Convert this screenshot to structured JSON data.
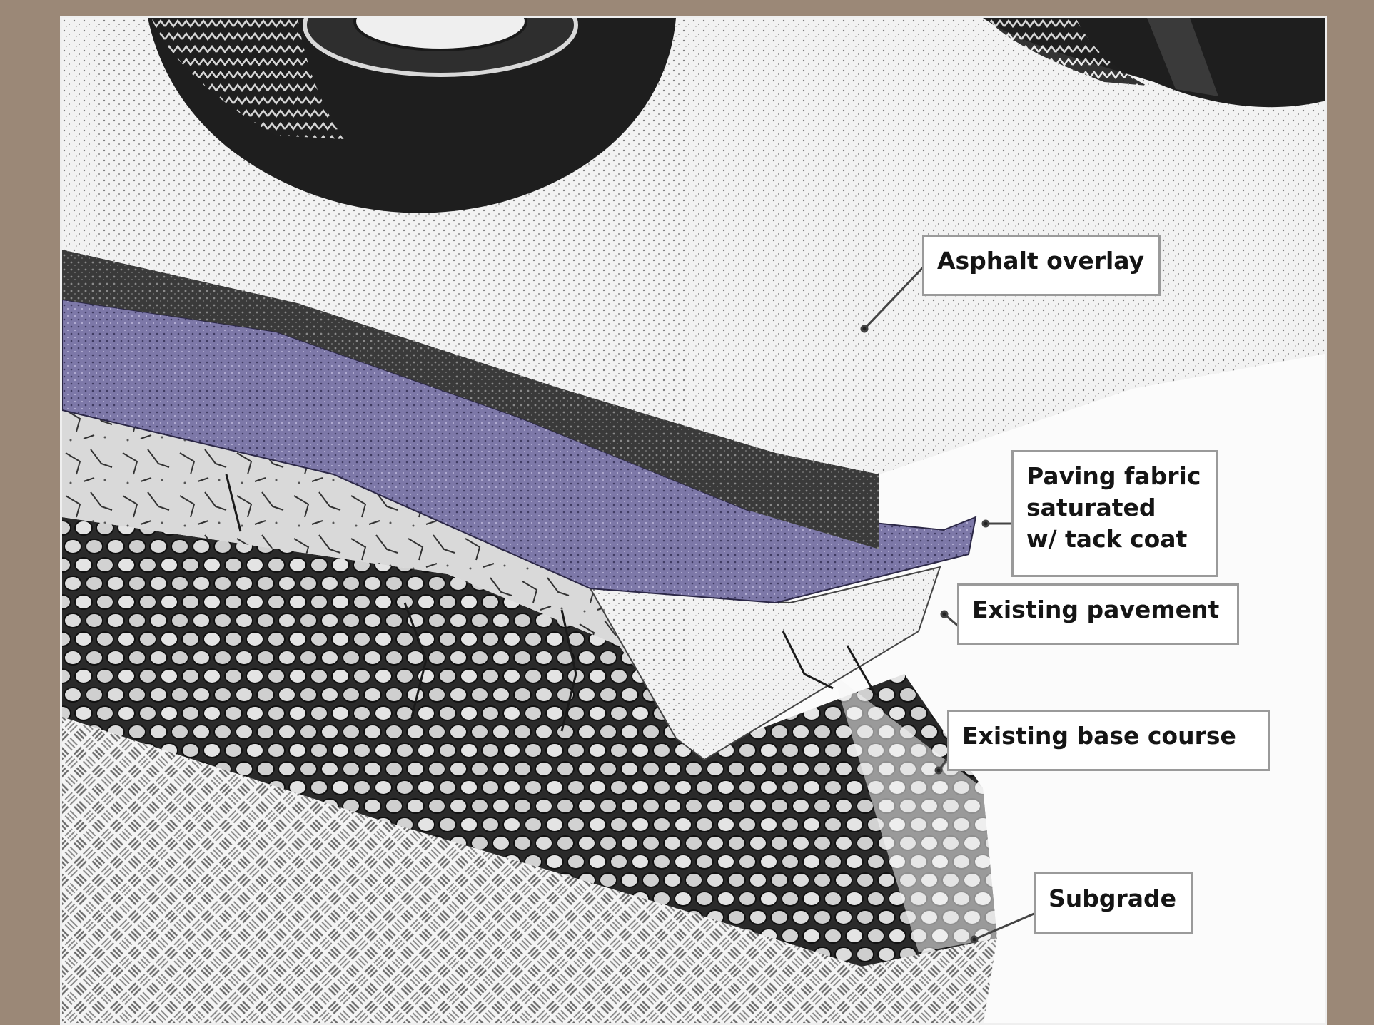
{
  "labels": {
    "asphalt_overlay": "Asphalt overlay",
    "paving_fabric": "Paving fabric\nsaturated\nw/ tack coat",
    "existing_pavement": "Existing pavement",
    "existing_base_course": "Existing base course",
    "subgrade": "Subgrade"
  },
  "colors": {
    "frame": "#9b8877",
    "panel": "#fbfbfb",
    "fabric": "#7d78a8",
    "asphalt_dark": "#2c2c2c",
    "tire": "#1f1f1f"
  }
}
